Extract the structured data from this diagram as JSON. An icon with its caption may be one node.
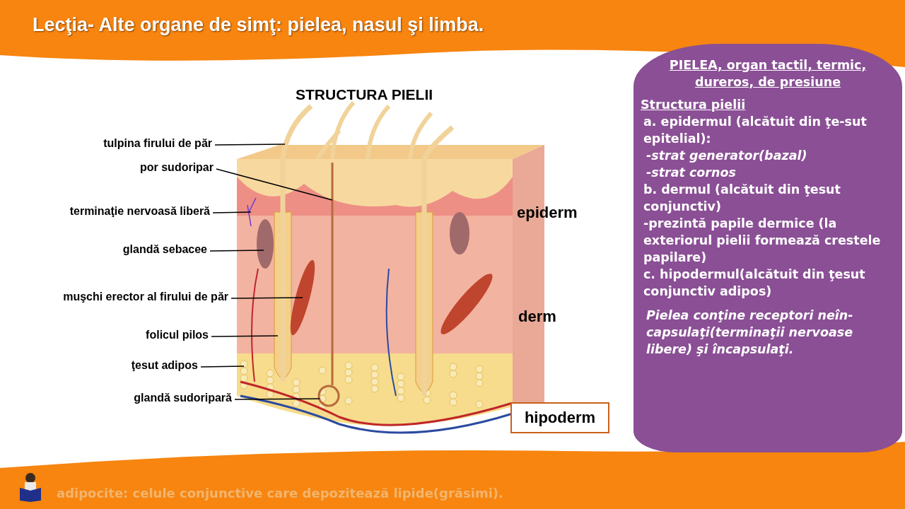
{
  "diagram": {
    "title": "Lecţia- Alte organe de simţ: pielea, nasul şi limba.",
    "nodes": [
      {
        "text": [
          "tulpina firului de păr"
        ]
      },
      {
        "text": [
          "por sudoripar"
        ]
      },
      {
        "text": [
          "terminaţie nervoasă liberă"
        ]
      },
      {
        "text": [
          "glandă sebacee"
        ]
      },
      {
        "text": [
          "muşchi erector al firului de păr"
        ]
      },
      {
        "text": [
          "folicul pilos"
        ]
      },
      {
        "text": [
          "ţesut adipos"
        ]
      },
      {
        "text": [
          "glandă sudoripară"
        ]
      },
      {
        "text": [
          "hipoderm"
        ]
      },
      {
        "text": [
          "PIELEA, organ tactil, termic, dureros, de presiune",
          "Structura pielii",
          "a. epidermul (alcătuit din ţe-sut epitelial):",
          "-strat generator(bazal)",
          "-strat cornos",
          "b. dermul (alcătuit din ţesut conjunctiv)",
          "-prezintă papile dermice (la exteriorul pielii formează crestele papilare)",
          "c. hipodermul(alcătuit din ţesut conjunctiv adipos)",
          "Pielea conţine receptori neîn-capsulaţi(terminaţii nervoase libere) şi încapsulaţi."
        ]
      }
    ],
    "edges": [
      {
        "from": 0,
        "to": null,
        "arrow": "none"
      },
      {
        "from": 1,
        "to": null,
        "arrow": "none"
      },
      {
        "from": 2,
        "to": null,
        "arrow": "none"
      },
      {
        "from": 3,
        "to": null,
        "arrow": "none"
      },
      {
        "from": 4,
        "to": null,
        "arrow": "none"
      },
      {
        "from": 5,
        "to": null,
        "arrow": "none"
      },
      {
        "from": 6,
        "to": null,
        "arrow": "none"
      },
      {
        "from": 7,
        "to": null,
        "arrow": "none"
      }
    ],
    "labels": [
      "STRUCTURA PIELII",
      "epiderm",
      "derm",
      "adipocite: celule conjunctive care depozitează lipide(grăsimi)."
    ]
  }
}
